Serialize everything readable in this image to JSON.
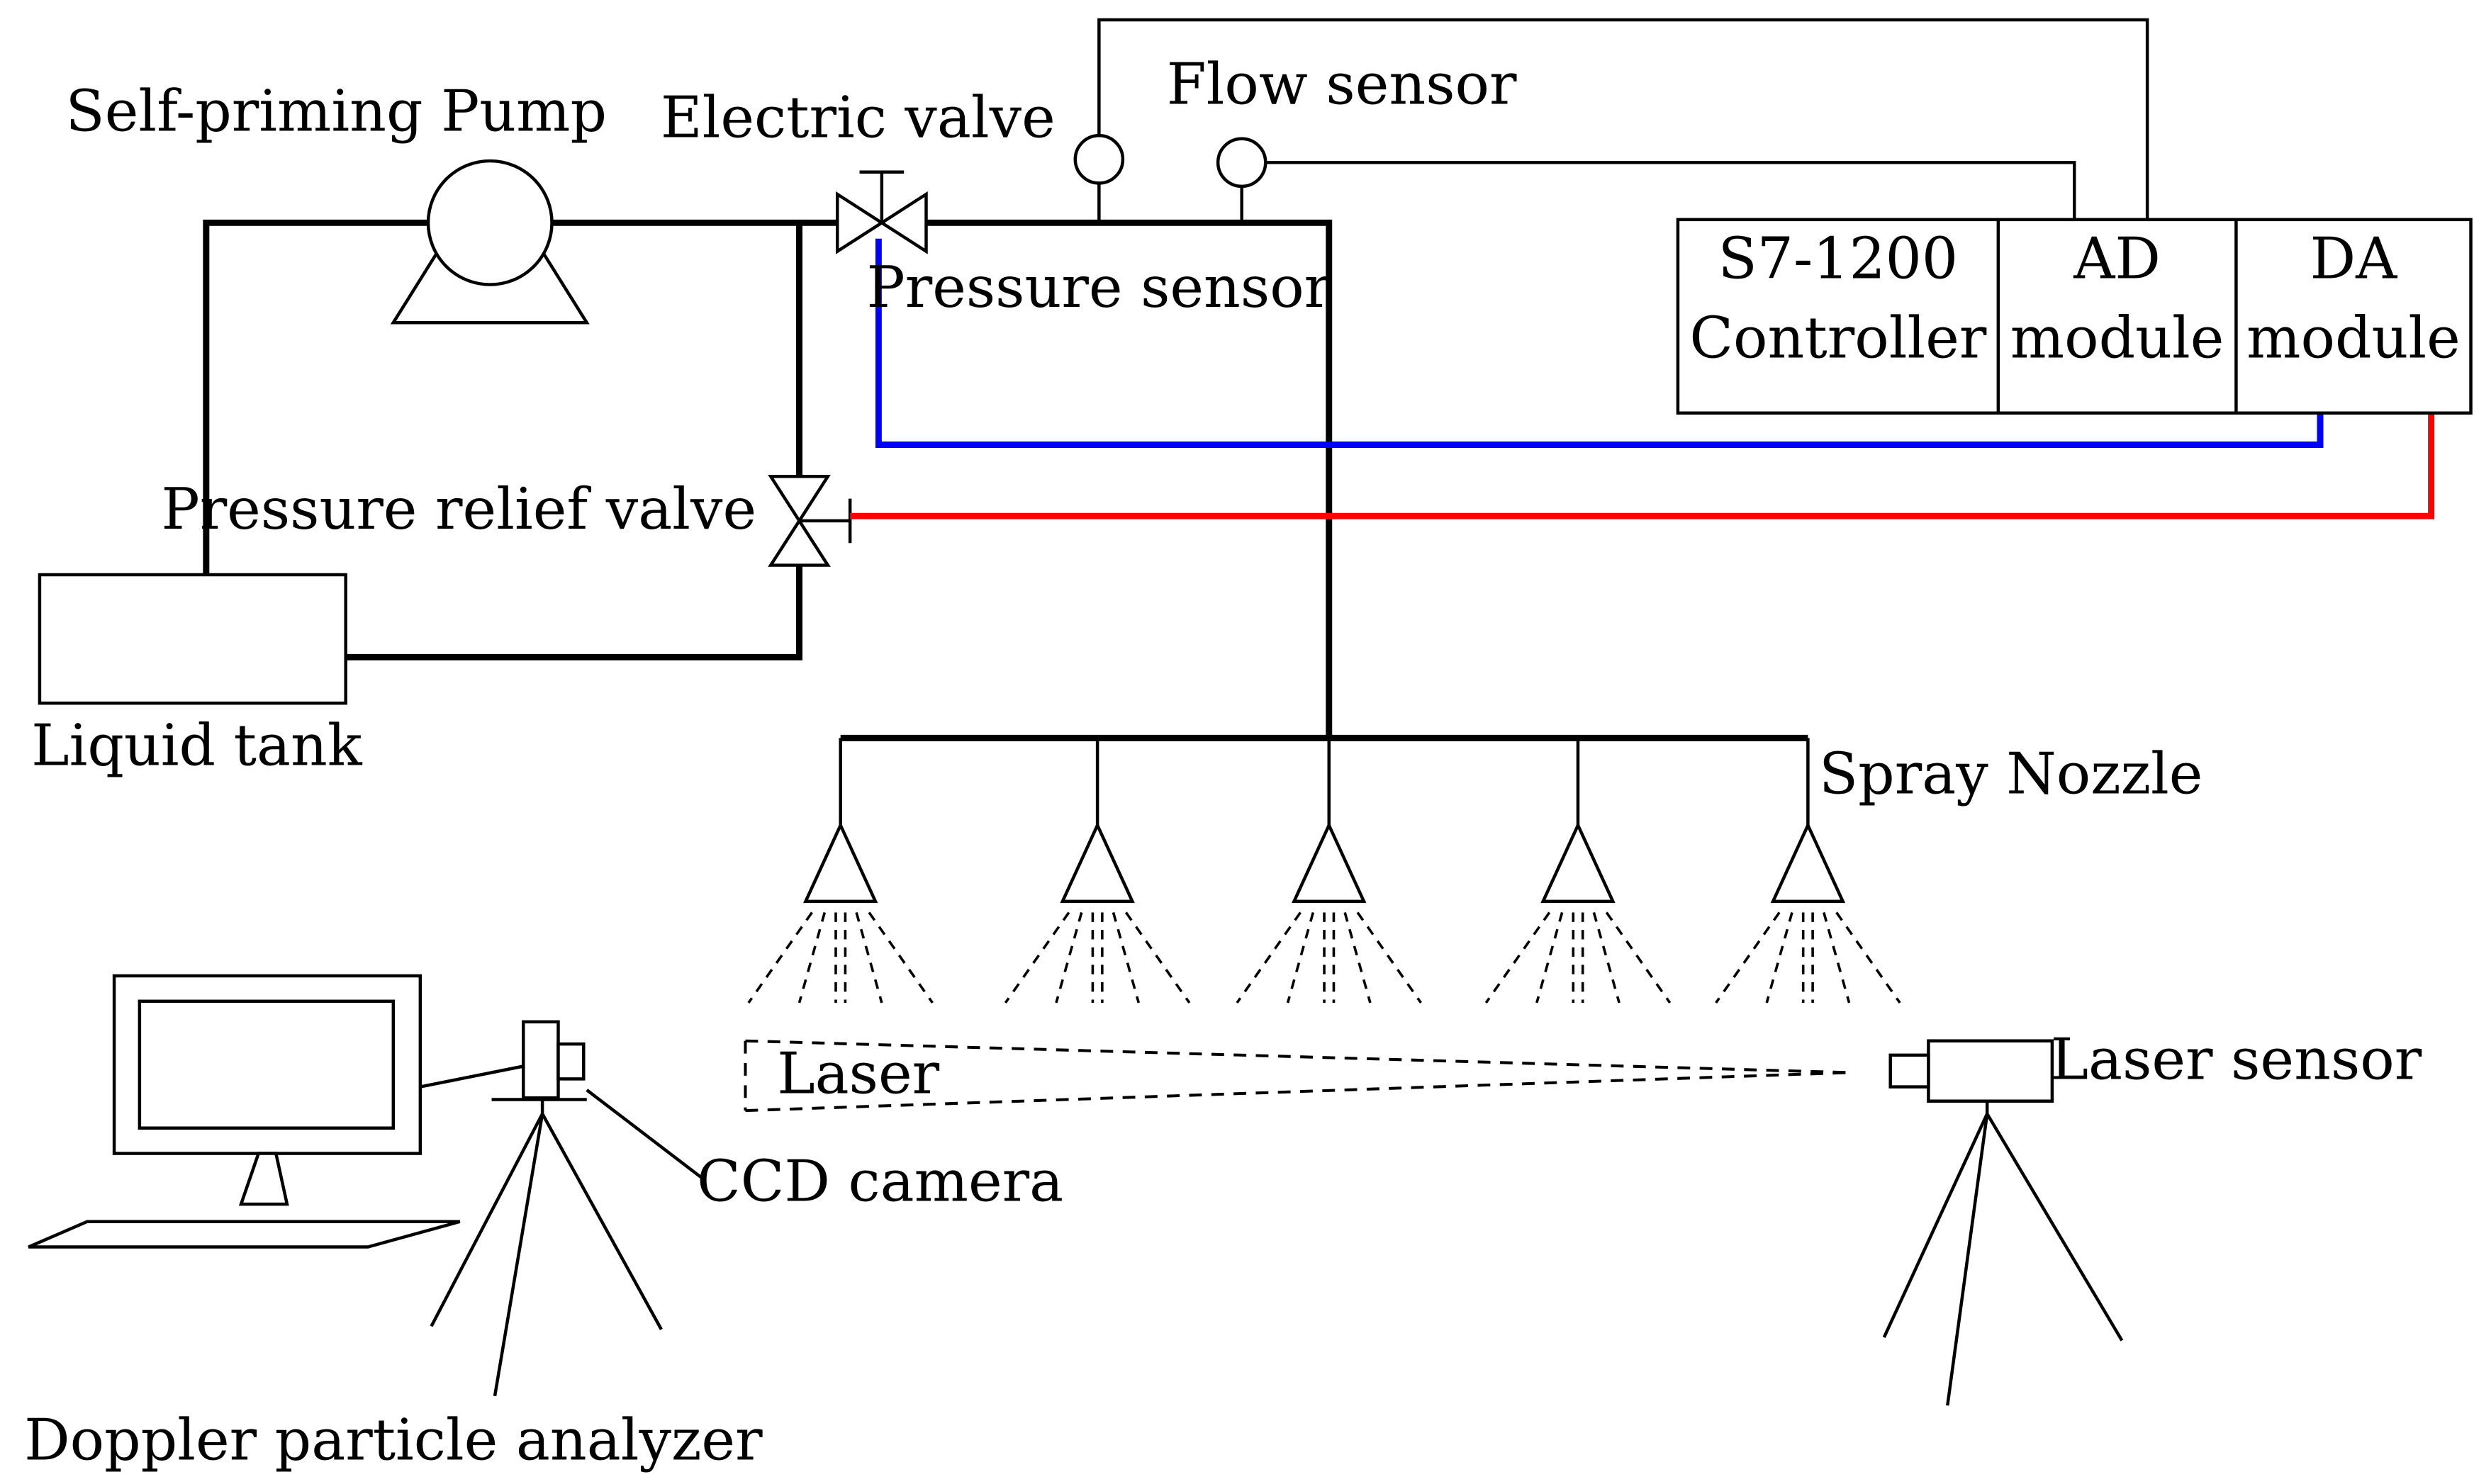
{
  "labels": {
    "pump": "Self-priming Pump",
    "electric_valve": "Electric valve",
    "flow_sensor": "Flow sensor",
    "pressure_sensor": "Pressure sensor",
    "relief_valve": "Pressure relief valve",
    "liquid_tank": "Liquid tank",
    "spray_nozzle": "Spray Nozzle",
    "laser": "Laser",
    "laser_sensor": "Laser sensor",
    "ccd_camera": "CCD camera",
    "doppler": "Doppler particle analyzer"
  },
  "controller": {
    "s7_line1": "S7-1200",
    "s7_line2": "Controller",
    "ad_line1": "AD",
    "ad_line2": "module",
    "da_line1": "DA",
    "da_line2": "module"
  },
  "colors": {
    "pipe": "#000000",
    "signal_blue": "#0000ff",
    "signal_red": "#ff0000"
  }
}
